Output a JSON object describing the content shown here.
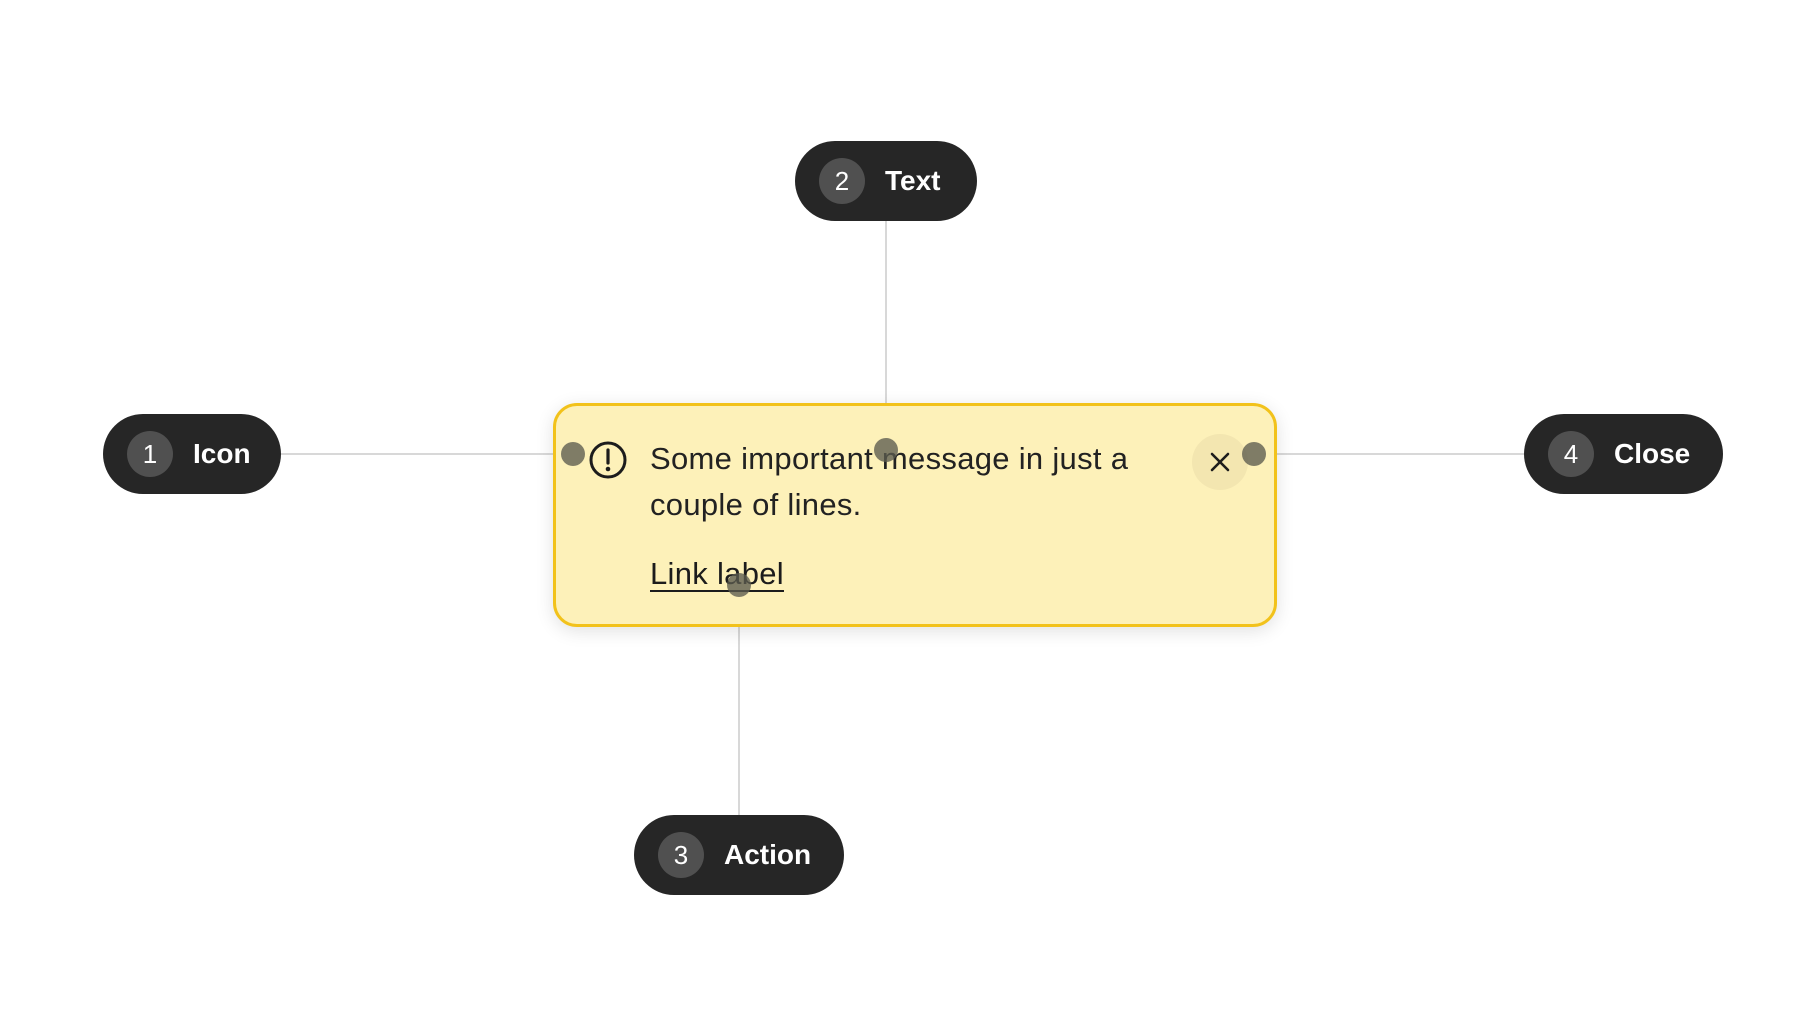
{
  "annotations": [
    {
      "number": "1",
      "label": "Icon"
    },
    {
      "number": "2",
      "label": "Text"
    },
    {
      "number": "3",
      "label": "Action"
    },
    {
      "number": "4",
      "label": "Close"
    }
  ],
  "banner": {
    "icon": "alert-circle-icon",
    "message": "Some important message in just a couple of lines.",
    "link_label": "Link label",
    "close_icon": "close-icon",
    "background_color": "#fdf1b9",
    "border_color": "#f2c21b"
  },
  "colors": {
    "pill_background": "#262626",
    "pill_number_background": "#505050",
    "connector_line": "#cccccc",
    "anchor_dot": "#5b5b4e"
  }
}
